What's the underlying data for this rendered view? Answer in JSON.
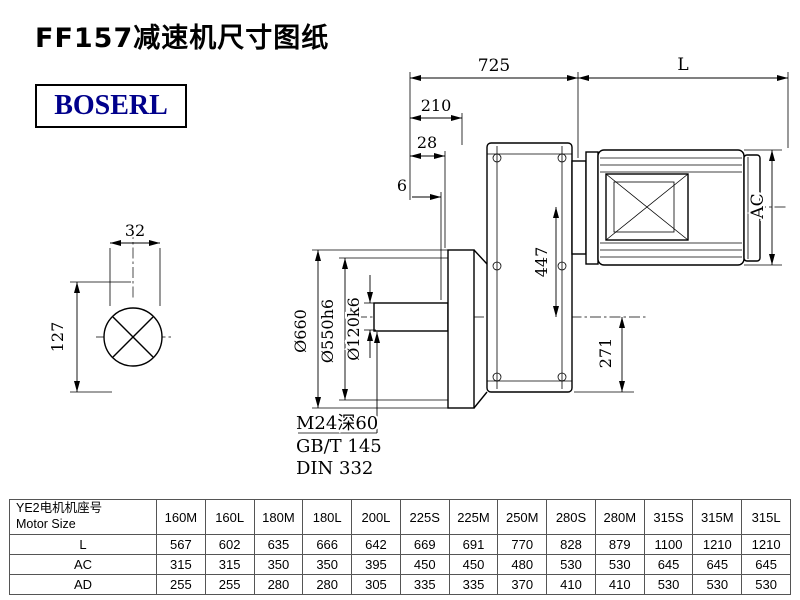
{
  "page": {
    "title": "FF157减速机尺寸图纸",
    "brand": "BOSERL"
  },
  "drawing": {
    "dim_725": "725",
    "dim_L": "L",
    "dim_210": "210",
    "dim_28": "28",
    "dim_6": "6",
    "dim_32": "32",
    "dim_127": "127",
    "dia_flange": "Ø660",
    "dia_spigot": "Ø550h6",
    "dia_shaft": "Ø120k6",
    "dim_447": "447",
    "dim_271": "271",
    "dim_AC": "AC",
    "note_tap": "M24深60",
    "note_std1": "GB/T 145",
    "note_std2": "DIN 332"
  },
  "table": {
    "header_zh": "YE2电机机座号",
    "header_en": "Motor Size",
    "columns": [
      "160M",
      "160L",
      "180M",
      "180L",
      "200L",
      "225S",
      "225M",
      "250M",
      "280S",
      "280M",
      "315S",
      "315M",
      "315L"
    ],
    "rows": [
      {
        "label": "L",
        "values": [
          567,
          602,
          635,
          666,
          642,
          669,
          691,
          770,
          828,
          879,
          1100,
          1210,
          1210
        ]
      },
      {
        "label": "AC",
        "values": [
          315,
          315,
          350,
          350,
          395,
          450,
          450,
          480,
          530,
          530,
          645,
          645,
          645
        ]
      },
      {
        "label": "AD",
        "values": [
          255,
          255,
          280,
          280,
          305,
          335,
          335,
          370,
          410,
          410,
          530,
          530,
          530
        ]
      }
    ]
  }
}
